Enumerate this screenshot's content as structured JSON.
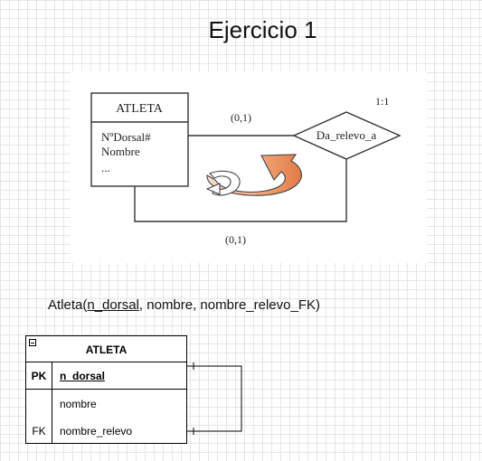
{
  "title": "Ejercicio 1",
  "er_image": {
    "entity_name": "ATLETA",
    "attributes": [
      "NºDorsal#",
      "Nombre",
      "..."
    ],
    "relationship_name": "Da_relevo_a",
    "cardinality": "1:1",
    "participation_top": "(0,1)",
    "participation_bottom": "(0,1)",
    "colors": {
      "arrow_fill": "#e07b45",
      "arrow_light": "#fbe0cf",
      "line": "#333333"
    }
  },
  "schema": {
    "prefix": "Atleta(",
    "pk": "n_dorsal",
    "rest": ", nombre, nombre_relevo_FK)"
  },
  "table": {
    "name": "ATLETA",
    "pk_row": {
      "key": "PK",
      "field": "n_dorsal"
    },
    "rows": [
      {
        "key": "",
        "field": "nombre"
      },
      {
        "key": "FK",
        "field": "nombre_relevo"
      }
    ]
  }
}
